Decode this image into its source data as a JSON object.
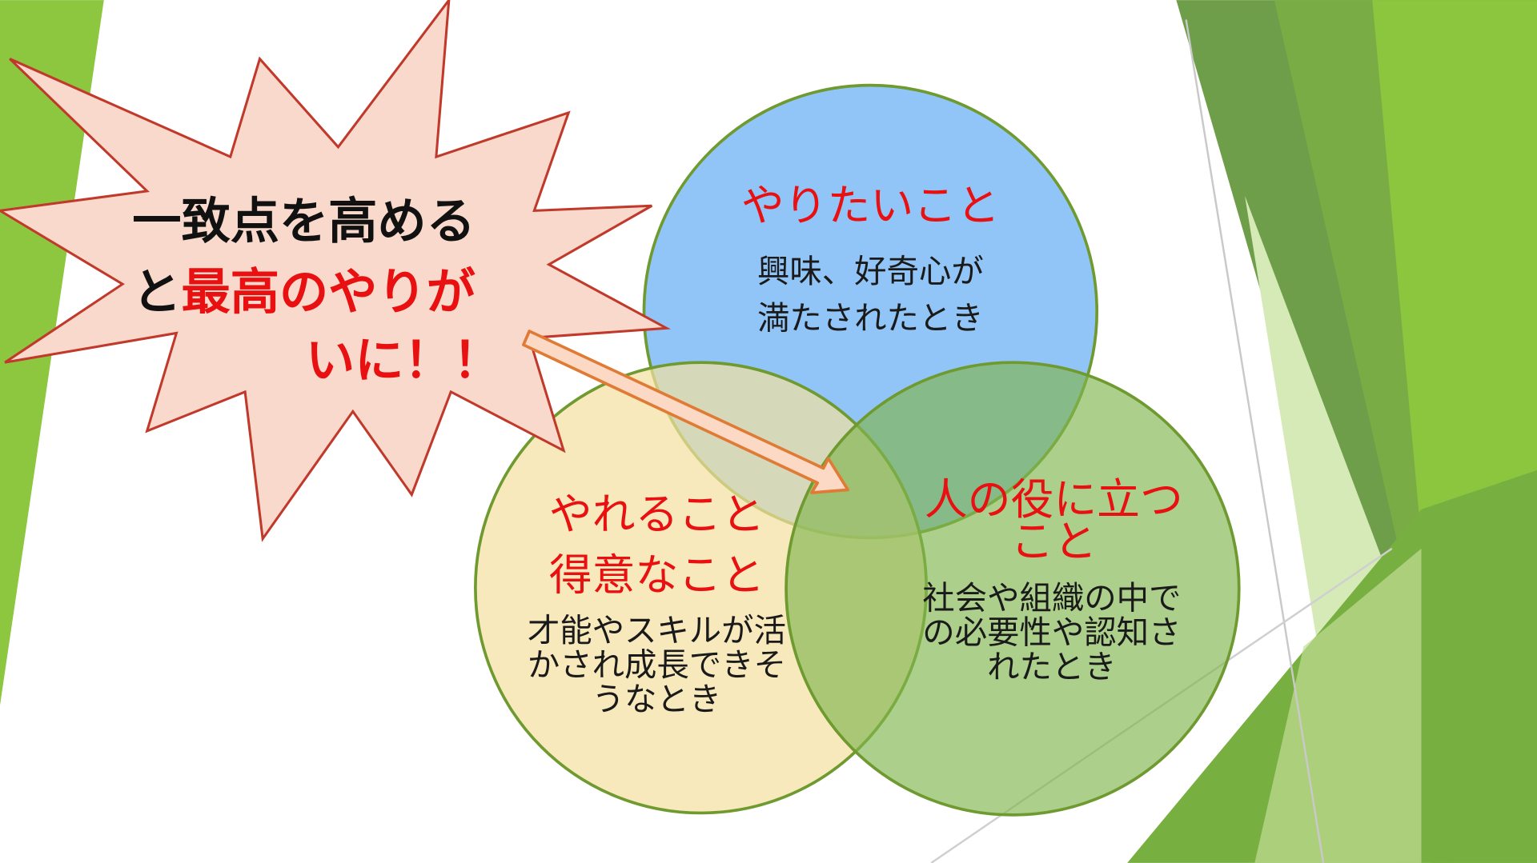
{
  "callout": {
    "line1": "一致点を高める",
    "line2_black": "と",
    "line2_red": "最高のやりが",
    "line3": "いに！！"
  },
  "circles": {
    "want": {
      "title": "やりたいこと",
      "lines": [
        "興味、好奇心が",
        "満たされたとき"
      ]
    },
    "can": {
      "title_lines": [
        "やれること",
        "得意なこと"
      ],
      "lines": [
        "才能やスキルが活",
        "かされ成長できそ",
        "うなとき"
      ]
    },
    "help": {
      "title_lines": [
        "人の役に立つ",
        "こと"
      ],
      "lines": [
        "社会や組織の中で",
        "の必要性や認知さ",
        "れたとき"
      ]
    }
  },
  "colors": {
    "title_red": "#e81010",
    "blue": "#92c5f7",
    "yellow": "#f6e7b6",
    "green": "#8fc064",
    "accent_green": "#7ab648"
  }
}
